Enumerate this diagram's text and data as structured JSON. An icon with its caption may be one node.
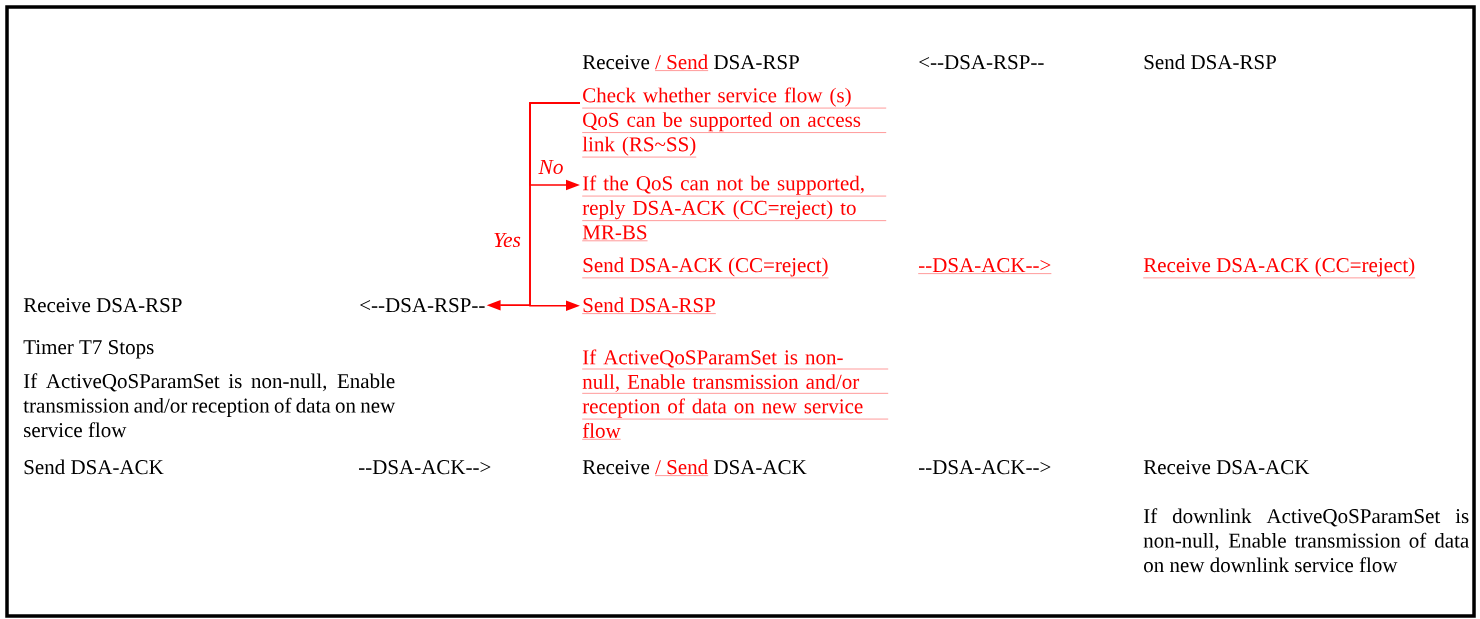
{
  "diagram": {
    "nodes": [
      {
        "text": [
          "<--DSA-RSP--"
        ]
      },
      {
        "text": [
          "Check whether service flow (s) QoS can be supported on access link (RS~SS)"
        ]
      },
      {
        "text": [
          "If the QoS can not be supported, reply DSA-ACK (CC=reject) to MR-BS"
        ]
      },
      {
        "text": [
          "Send DSA-RSP"
        ]
      }
    ],
    "edges": [
      {
        "from": 1,
        "to": 2,
        "arrow": "to",
        "label": "No"
      },
      {
        "from": 1,
        "to": 3,
        "arrow": "to",
        "label": "Yes"
      },
      {
        "from": 1,
        "to": 0,
        "arrow": "to"
      }
    ],
    "labels": [
      "Receive",
      "/ Send",
      "DSA-RSP",
      "<--DSA-RSP--",
      "Send DSA-RSP",
      "Send DSA-ACK (CC=reject)",
      "--DSA-ACK-->",
      "Receive DSA-ACK (CC=reject)",
      "Receive DSA-RSP",
      "Timer T7 Stops",
      "If ActiveQoSParamSet is non-null, Enable transmission and/or reception of data on new service flow",
      "If ActiveQoSParamSet is non-null, Enable transmission and/or reception of data on new service flow",
      "Send DSA-ACK",
      "--DSA-ACK-->",
      "Receive",
      "/ Send",
      "DSA-ACK",
      "--DSA-ACK-->",
      "Receive DSA-ACK",
      "If downlink ActiveQoSParamSet is non-null, Enable transmission of data on new downlink service flow"
    ]
  }
}
